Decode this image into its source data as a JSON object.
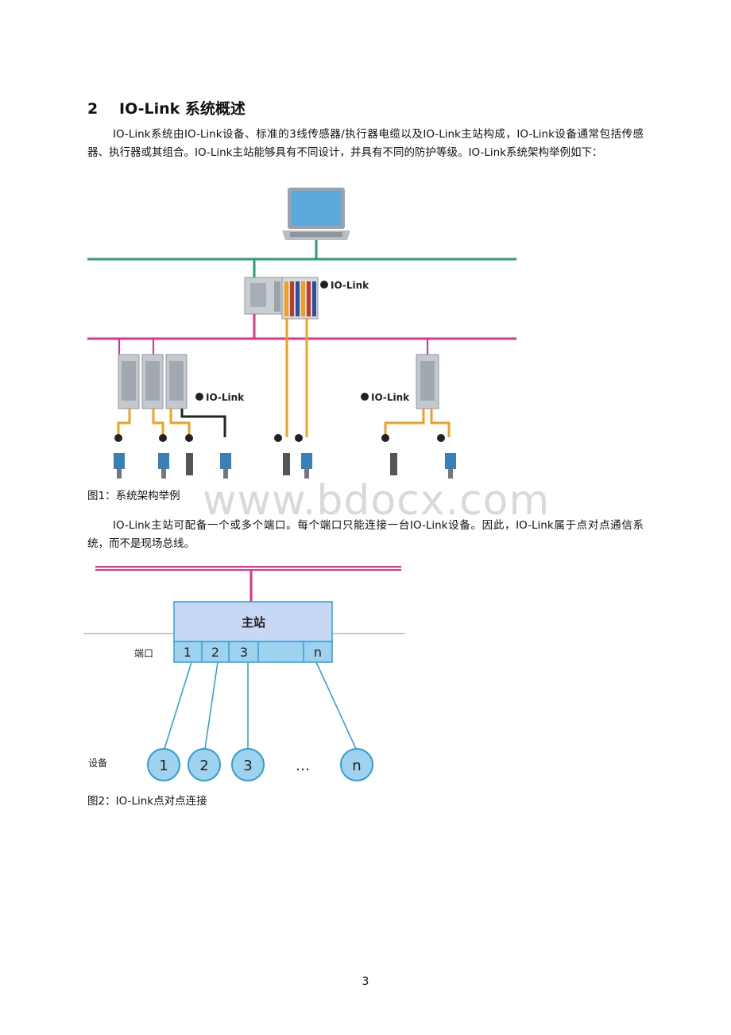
{
  "section": {
    "number": "2",
    "title": "IO-Link 系统概述"
  },
  "paragraph1": "IO-Link系统由IO-Link设备、标准的3线传感器/执行器电缆以及IO-Link主站构成，IO-Link设备通常包括传感器、执行器或其组合。IO-Link主站能够具有不同设计，并具有不同的防护等级。IO-Link系统架构举例如下：",
  "figure1": {
    "caption": "图1：系统架构举例",
    "logo_text": "IO-Link"
  },
  "watermark": "www.bdocx.com",
  "paragraph2": "IO-Link主站可配备一个或多个端口。每个端口只能连接一台IO-Link设备。因此，IO-Link属于点对点通信系统，而不是现场总线。",
  "figure2": {
    "caption": "图2：IO-Link点对点连接",
    "master_label": "主站",
    "ports_label": "端口",
    "devices_label": "设备",
    "ports": [
      "1",
      "2",
      "3",
      "n"
    ],
    "devices": [
      "1",
      "2",
      "3",
      "n"
    ],
    "ellipsis": "…",
    "colors": {
      "bus": "#e0338a",
      "box": "#c7d8f5",
      "port": "#9fd2ee",
      "line": "#2f9fd0",
      "ethernet": "#2e9e6f",
      "cable": "#f0a020"
    }
  },
  "page_number": "3"
}
